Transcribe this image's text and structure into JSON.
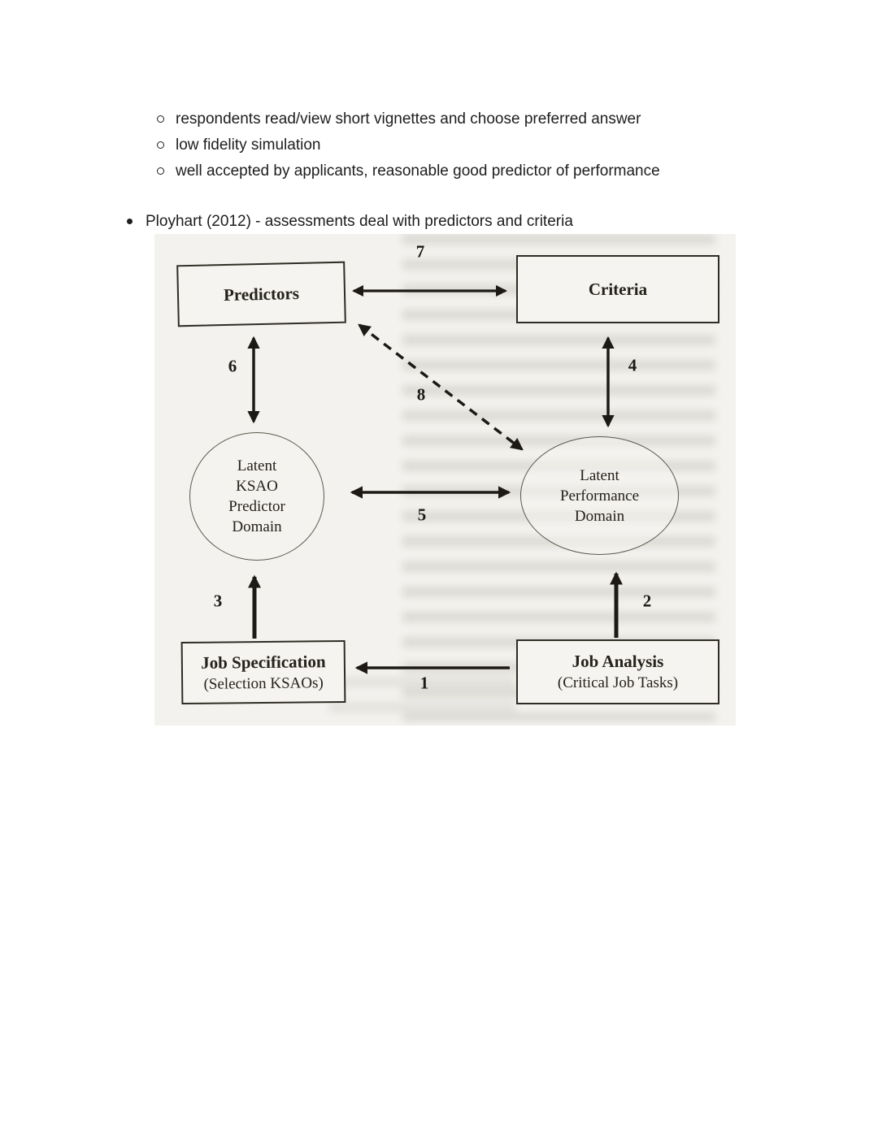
{
  "bullets": {
    "sub": [
      "respondents read/view short vignettes and choose preferred answer",
      "low fidelity simulation",
      "well accepted by applicants, reasonable good predictor of performance"
    ],
    "main": "Ployhart (2012) - assessments deal with predictors and criteria"
  },
  "figure": {
    "predictors_label": "Predictors",
    "criteria_label": "Criteria",
    "latent_ksao_lines": [
      "Latent",
      "KSAO",
      "Predictor",
      "Domain"
    ],
    "latent_performance_lines": [
      "Latent",
      "Performance",
      "Domain"
    ],
    "job_specification_title": "Job Specification",
    "job_specification_sub": "(Selection KSAOs)",
    "job_analysis_title": "Job Analysis",
    "job_analysis_sub": "(Critical Job Tasks)",
    "numbers": {
      "n1": "1",
      "n2": "2",
      "n3": "3",
      "n4": "4",
      "n5": "5",
      "n6": "6",
      "n7": "7",
      "n8": "8"
    },
    "ink_color": "#1d1a15"
  }
}
